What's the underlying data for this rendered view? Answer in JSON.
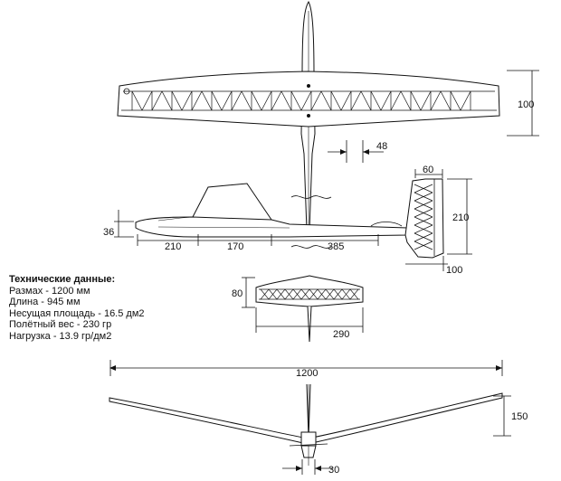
{
  "specs": {
    "title": "Технические данные:",
    "lines": [
      "Размах - 1200 мм",
      "Длина - 945 мм",
      "Несущая площадь - 16.5 дм2",
      "Полётный вес - 230 гр",
      "Нагрузка - 13.9 гр/дм2"
    ]
  },
  "dimensions": {
    "wing_chord": "100",
    "wing_offset": "48",
    "stab_chord": "60",
    "fin_height": "210",
    "stab_tail": "100",
    "nose_height": "36",
    "fuselage_front": "210",
    "fuselage_mid": "170",
    "fuselage_rear": "385",
    "stab_height": "80",
    "stab_span": "290",
    "wingspan": "1200",
    "dihedral_height": "150",
    "fin_width": "30"
  }
}
